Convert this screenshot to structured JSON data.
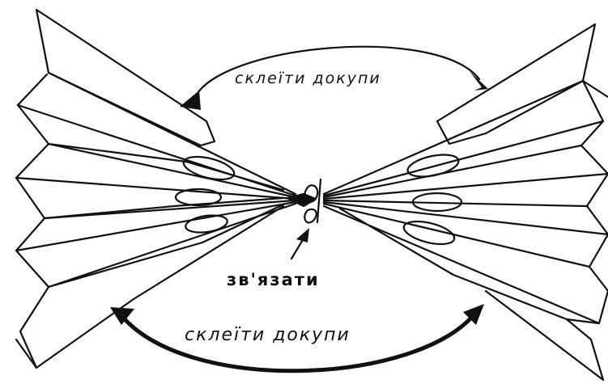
{
  "labels": {
    "glue_top": "склеїти докупи",
    "tie": "зв'язати",
    "glue_bottom": "склеїти докупи"
  }
}
